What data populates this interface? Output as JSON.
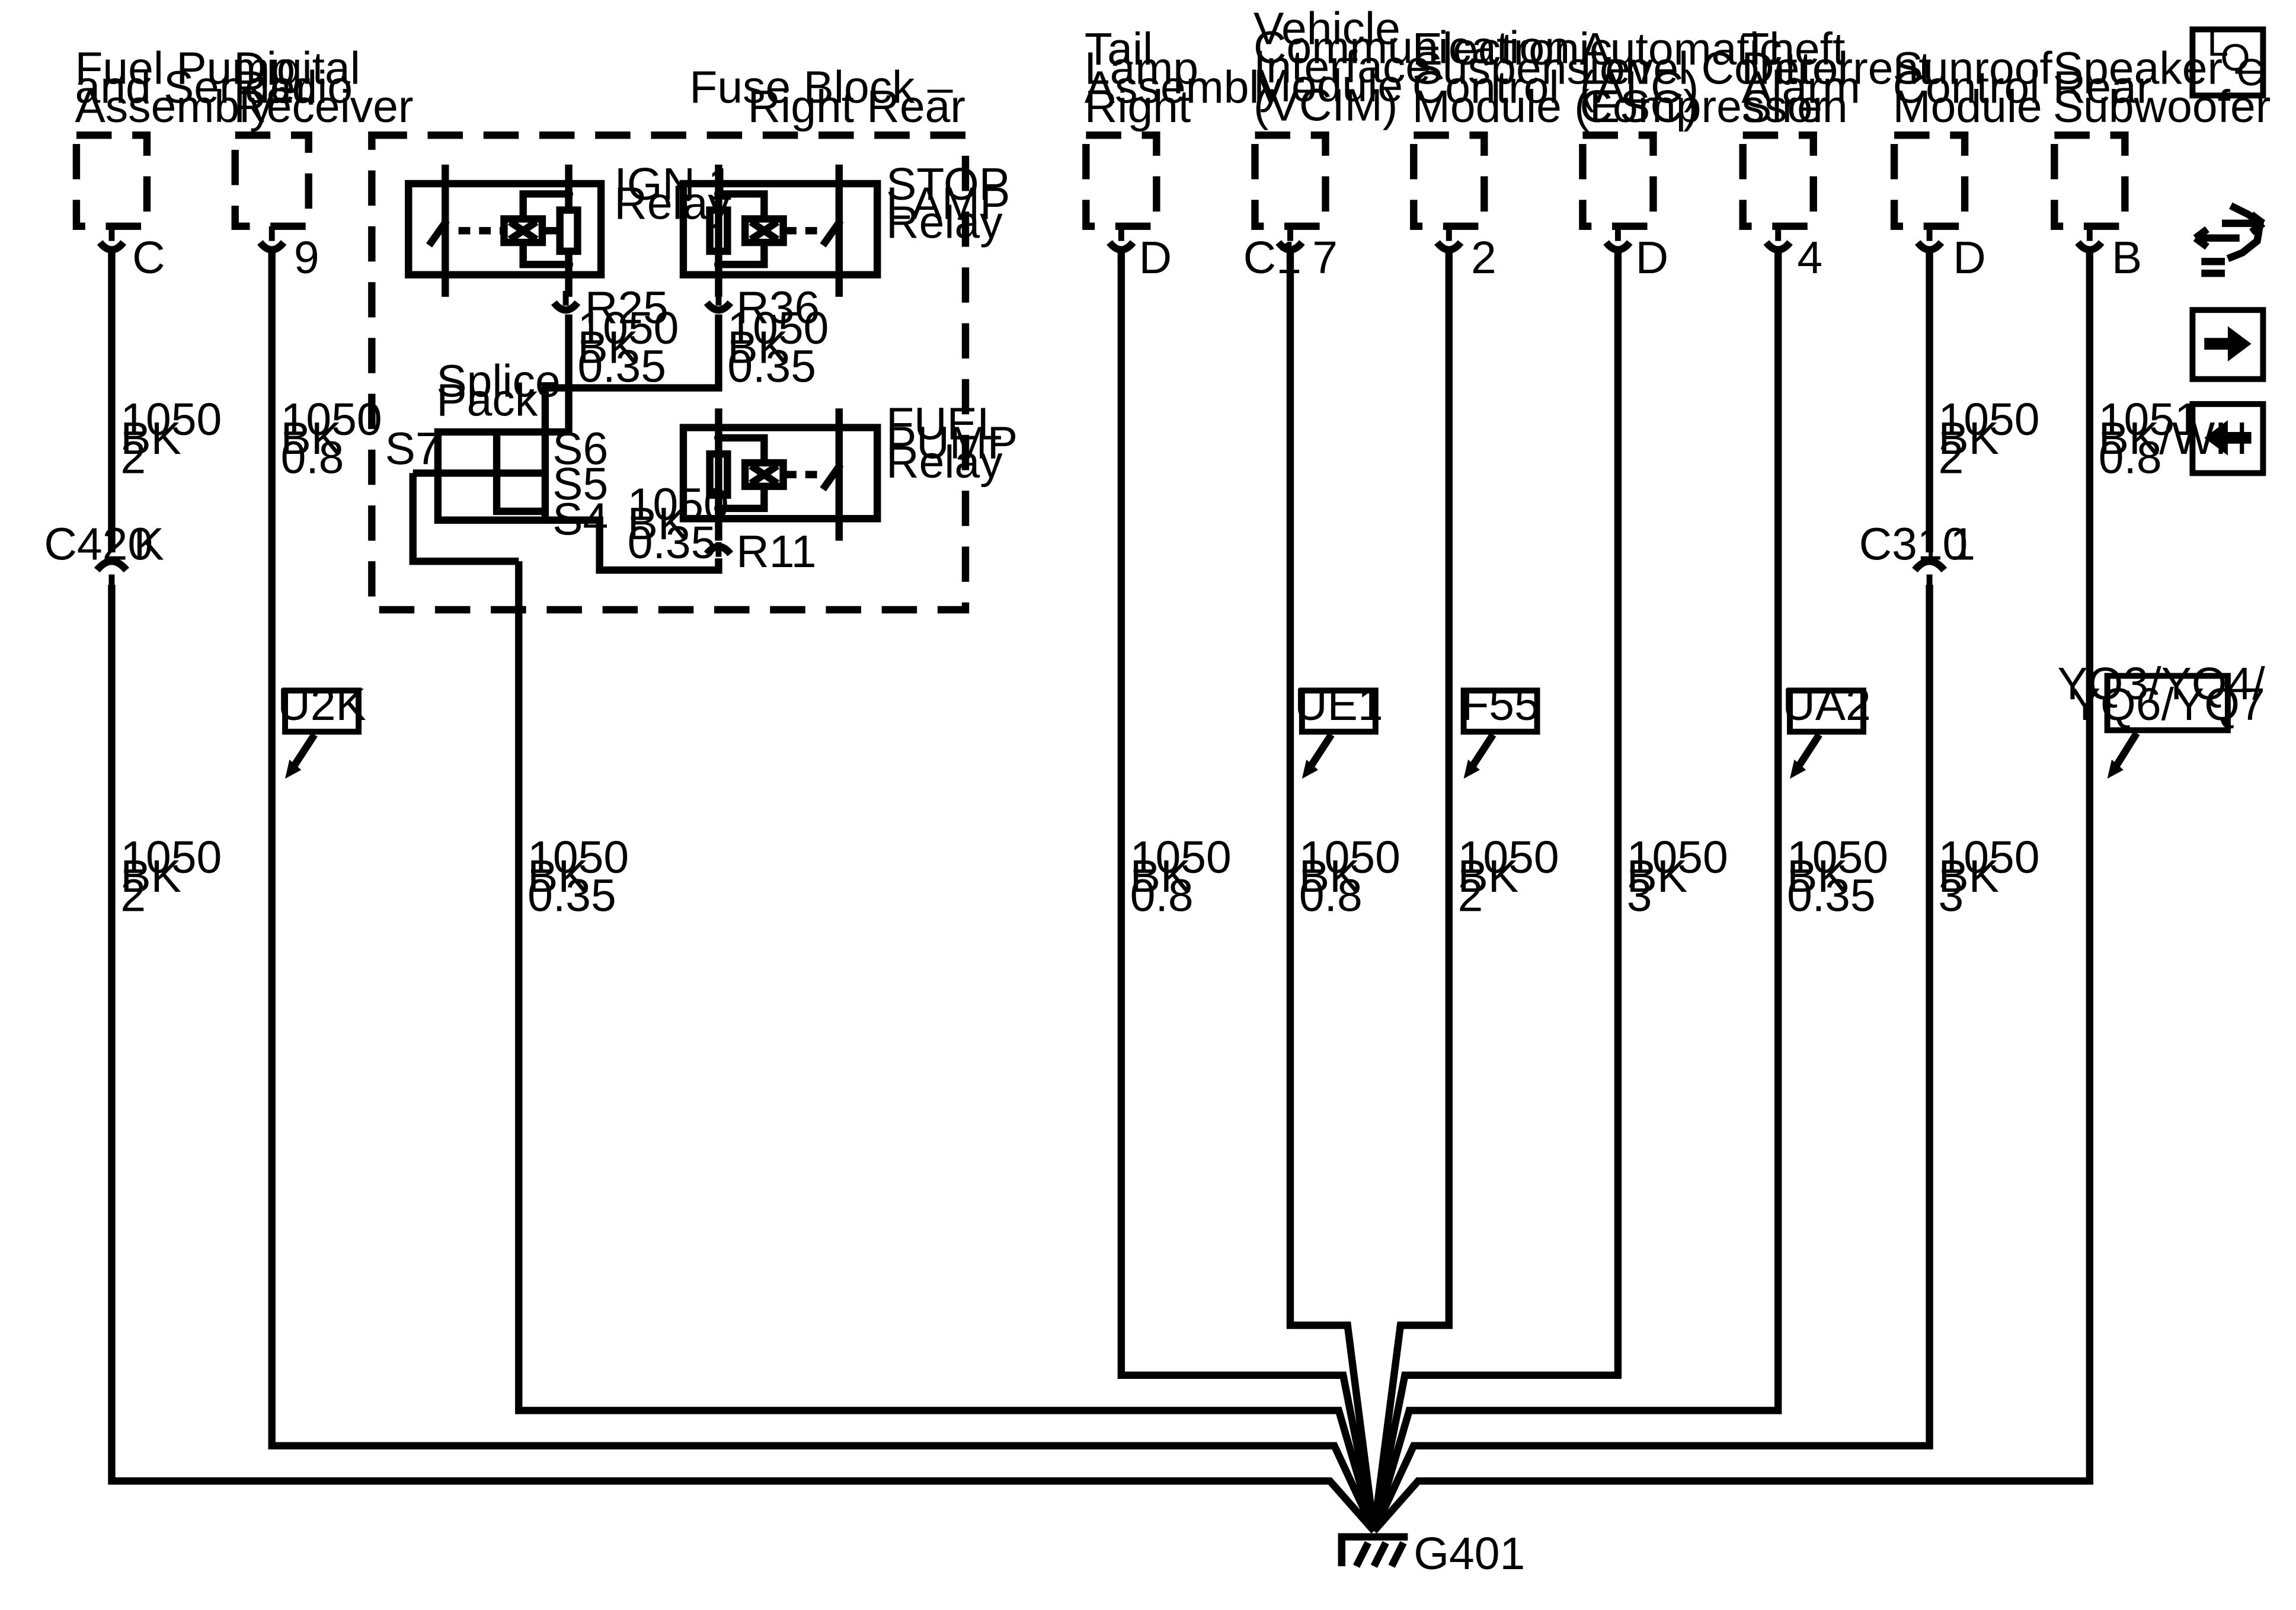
{
  "components": [
    {
      "id": "fuel_pump",
      "lines": [
        "Fuel Pump",
        "and Sender",
        "Assembly"
      ],
      "pin": "C"
    },
    {
      "id": "digital_radio",
      "lines": [
        "Digital",
        "Radio",
        "Receiver"
      ],
      "pin": "9"
    },
    {
      "id": "tail_lamp",
      "lines": [
        "Tail",
        "Lamp",
        "Assembly –",
        "Right"
      ],
      "pin": "D"
    },
    {
      "id": "vcim",
      "lines": [
        "Vehicle",
        "Communication",
        "Interface",
        "Module",
        "(VCIM)"
      ],
      "pin": "7",
      "connector": "C1"
    },
    {
      "id": "esc",
      "lines": [
        "Electronic",
        "Suspension",
        "Control",
        "Module (ESC)"
      ],
      "pin": "2"
    },
    {
      "id": "alc",
      "lines": [
        "Automatic",
        "Level Control",
        "(ALC)",
        "Compressor"
      ],
      "pin": "D"
    },
    {
      "id": "theft",
      "lines": [
        "Theft",
        "Deterrent",
        "Alarm",
        "Siren"
      ],
      "pin": "4"
    },
    {
      "id": "sunroof",
      "lines": [
        "Sunroof",
        "Control",
        "Module"
      ],
      "pin": "D"
    },
    {
      "id": "speaker",
      "lines": [
        "Speaker –",
        "Rear",
        "Subwoofer"
      ],
      "pin": "B"
    }
  ],
  "fuse_block": {
    "title": [
      "Fuse Block –",
      "Right Rear"
    ],
    "ign1_relay": [
      "IGN 1",
      "Relay"
    ],
    "stop_relay": [
      "STOP",
      "LAMP",
      "Relay"
    ],
    "fuel_relay": [
      "FUEL",
      "PUMP",
      "Relay"
    ],
    "splice_pack": [
      "Splice",
      "Pack"
    ],
    "terminals": {
      "r25": "R25",
      "r36": "R36",
      "r11": "R11",
      "s4": "S4",
      "s5": "S5",
      "s6": "S6",
      "s7": "S7"
    }
  },
  "wire_labels": {
    "r25": [
      "1050",
      "BK",
      "0.35"
    ],
    "r36": [
      "1050",
      "BK",
      "0.35"
    ],
    "r11": [
      "1050",
      "BK",
      "0.35"
    ],
    "fuel_top": [
      "1050",
      "BK",
      "2"
    ],
    "radio_top": [
      "1050",
      "BK",
      "0.8"
    ],
    "sunroof_top": [
      "1050",
      "BK",
      "2"
    ],
    "speaker_top": [
      "1051",
      "BK/WH",
      "0.8"
    ],
    "fuel_bottom": [
      "1050",
      "BK",
      "2"
    ],
    "fuse_bottom": [
      "1050",
      "BK",
      "0.35"
    ],
    "tail_bottom": [
      "1050",
      "BK",
      "0.8"
    ],
    "vcim_bottom": [
      "1050",
      "BK",
      "0.8"
    ],
    "esc_bottom": [
      "1050",
      "BK",
      "2"
    ],
    "alc_bottom": [
      "1050",
      "BK",
      "3"
    ],
    "theft_bottom": [
      "1050",
      "BK",
      "0.35"
    ],
    "sunroof_bottom": [
      "1050",
      "BK",
      "3"
    ]
  },
  "connectors": {
    "c420": {
      "name": "C420",
      "pin": "K"
    },
    "c310": {
      "name": "C310",
      "pin": "1"
    }
  },
  "options": {
    "u2k": "U2K",
    "ue1": "UE1",
    "f55": "F55",
    "ua2": "UA2",
    "yq": [
      "YQ3/YQ4/",
      "YQ6/YQ7"
    ]
  },
  "ground": "G401",
  "nav": {
    "loc_letters": [
      "L",
      "O",
      "C"
    ]
  }
}
